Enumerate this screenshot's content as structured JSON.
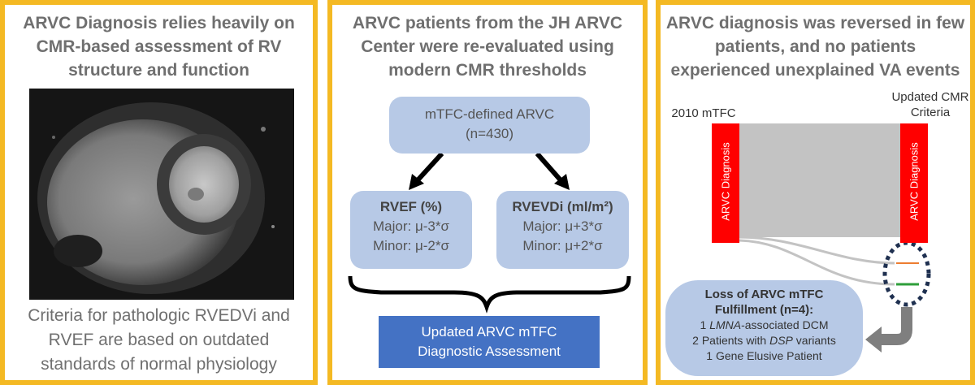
{
  "panel1": {
    "title_lines": [
      "ARVC Diagnosis relies heavily on",
      "CMR-based assessment of RV",
      "structure and function"
    ],
    "caption_lines": [
      "Criteria for pathologic RVEDVi and",
      "RVEF are based on outdated",
      "standards of normal physiology"
    ]
  },
  "panel2": {
    "title_lines": [
      "ARVC patients from the JH ARVC",
      "Center were re-evaluated using",
      "modern CMR thresholds"
    ],
    "top_box": {
      "line1": "mTFC-defined ARVC",
      "line2": "(n=430)"
    },
    "rvef_box": {
      "heading": "RVEF (%)",
      "major": "Major: μ-3*σ",
      "minor": "Minor: μ-2*σ"
    },
    "rvedvi_box": {
      "heading": "RVEVDi (ml/m²)",
      "major": "Major: μ+3*σ",
      "minor": "Minor: μ+2*σ"
    },
    "bottom_box": {
      "line1": "Updated ARVC mTFC",
      "line2": "Diagnostic Assessment"
    }
  },
  "panel3": {
    "title_lines": [
      "ARVC diagnosis was reversed in few",
      "patients, and no patients",
      "experienced unexplained VA events"
    ],
    "left_label": "2010 mTFC",
    "right_label_lines": [
      "Updated CMR",
      "Criteria"
    ],
    "left_bar_text": "ARVC Diagnosis",
    "right_bar_text": "ARVC Diagnosis",
    "loss_box": {
      "heading_lines": [
        "Loss of ARVC mTFC",
        "Fulfillment (n=4):"
      ],
      "item1_pre": "1 ",
      "item1_em": "LMNA",
      "item1_post": "-associated DCM",
      "item2_pre": "2 Patients with ",
      "item2_em": "DSP",
      "item2_post": " variants",
      "item3": "1 Gene Elusive Patient"
    },
    "colors": {
      "border": "#f4b923",
      "flow": "#c3c3c3",
      "bar": "#ff0000",
      "box": "#b7c9e6",
      "dark_box": "#4472c4",
      "orange_line": "#ed7d31",
      "green_line": "#2e9e3a"
    }
  }
}
